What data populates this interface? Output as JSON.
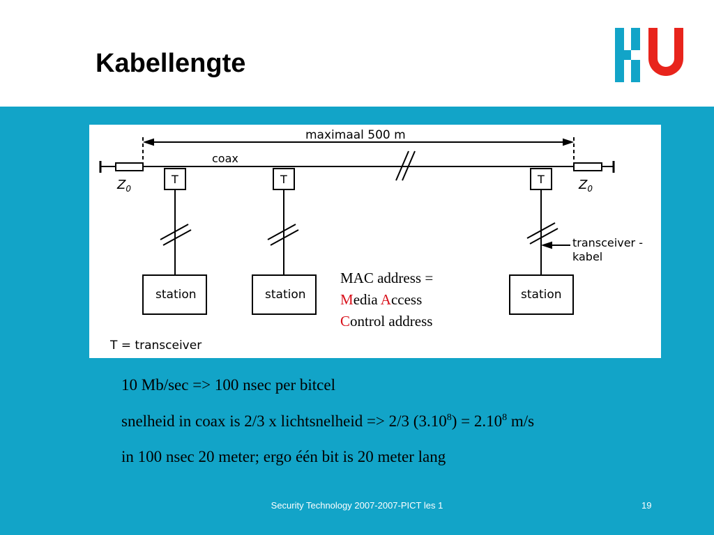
{
  "slide": {
    "title": "Kabellengte",
    "logo_colors": {
      "blue": "#12a4c8",
      "red": "#e8241c"
    },
    "background_color": "#12a4c8"
  },
  "diagram": {
    "maximal_label": "maximaal 500 m",
    "coax_label": "coax",
    "terminator_left": "Z",
    "terminator_left_sub": "0",
    "terminator_right": "Z",
    "terminator_right_sub": "0",
    "tap_label": "T",
    "stations": [
      "station",
      "station",
      "station"
    ],
    "transceiver_cable_label_1": "transceiver -",
    "transceiver_cable_label_2": "kabel",
    "legend": "T = transceiver"
  },
  "mac_note": {
    "line1": "MAC address =",
    "line2_initial": "M",
    "line2_rest": "edia ",
    "line2_initial2": "A",
    "line2_rest2": "ccess",
    "line3_initial": "C",
    "line3_rest": "ontrol address"
  },
  "body": {
    "line1": "10 Mb/sec => 100 nsec per bitcel",
    "line2_part1": "snelheid in coax is 2/3 x lichtsnelheid => 2/3 (3.10",
    "line2_sup1": "8",
    "line2_part2": ") = 2.10",
    "line2_sup2": "8",
    "line2_part3": " m/s",
    "line3": "in 100 nsec 20 meter; ergo één bit is 20 meter lang"
  },
  "footer": {
    "text": "Security Technology 2007-2007-PICT les 1",
    "page": "19"
  }
}
